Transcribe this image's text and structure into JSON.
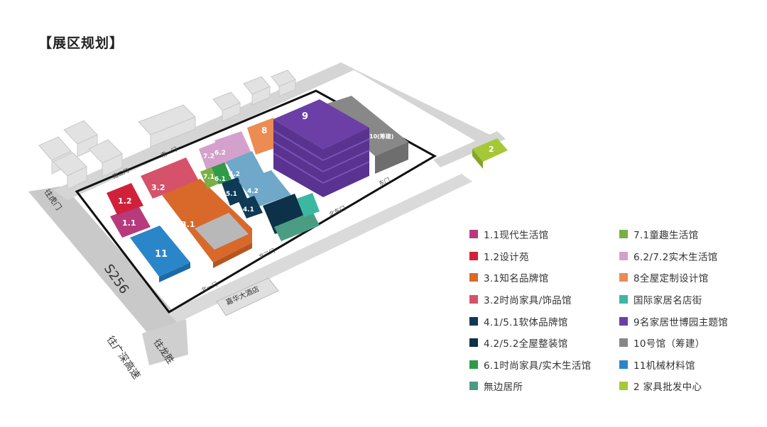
{
  "title": "【展区规划】",
  "map": {
    "road_label": "S256",
    "direction_labels": {
      "to_guangshen": "往广深高速",
      "to_longsheng": "往龙胜",
      "to_gate": "往虎门"
    },
    "hotel_label": "嘉华大酒店",
    "gate_labels": {
      "north1": "北一门",
      "north2": "北二门",
      "south1": "南一门",
      "south2": "南二门",
      "east": "东门",
      "north_east": "北东门"
    },
    "hall_labels": {
      "h11": "1.1",
      "h12": "1.2",
      "h31": "3.1",
      "h32": "3.2",
      "h41": "4.1",
      "h42": "4.2",
      "h51": "5.1",
      "h52": "5.2",
      "h61": "6.1",
      "h62": "6.2",
      "h71": "7.1",
      "h72": "7.2",
      "h8": "8",
      "h9": "9",
      "h10": "10(筹建)",
      "h11m": "11",
      "h2": "2"
    }
  },
  "legend": [
    {
      "label": "1.1现代生活馆",
      "color": "#b73a7d"
    },
    {
      "label": "7.1童趣生活馆",
      "color": "#79b045"
    },
    {
      "label": "1.2设计苑",
      "color": "#d1213a"
    },
    {
      "label": "6.2/7.2实木生活馆",
      "color": "#d4a1cc"
    },
    {
      "label": "3.1知名品牌馆",
      "color": "#d9692b"
    },
    {
      "label": "8全屋定制设计馆",
      "color": "#ec8b52"
    },
    {
      "label": "3.2时尚家具/饰品馆",
      "color": "#d6526a"
    },
    {
      "label": "国际家居名店街",
      "color": "#3cb8a2"
    },
    {
      "label": "4.1/5.1软体品牌馆",
      "color": "#0e3a56"
    },
    {
      "label": "9名家居世博园主题馆",
      "color": "#6b3fa6"
    },
    {
      "label": "4.2/5.2全屋整装馆",
      "color": "#0c3148"
    },
    {
      "label": "10号馆（筹建）",
      "color": "#888888"
    },
    {
      "label": "6.1时尚家具/实木生活馆",
      "color": "#2f9a47"
    },
    {
      "label": "11机械材料馆",
      "color": "#2a86c9"
    },
    {
      "label": "無边居所",
      "color": "#4a9d83"
    },
    {
      "label": "2 家具批发中心",
      "color": "#a6c837"
    }
  ]
}
